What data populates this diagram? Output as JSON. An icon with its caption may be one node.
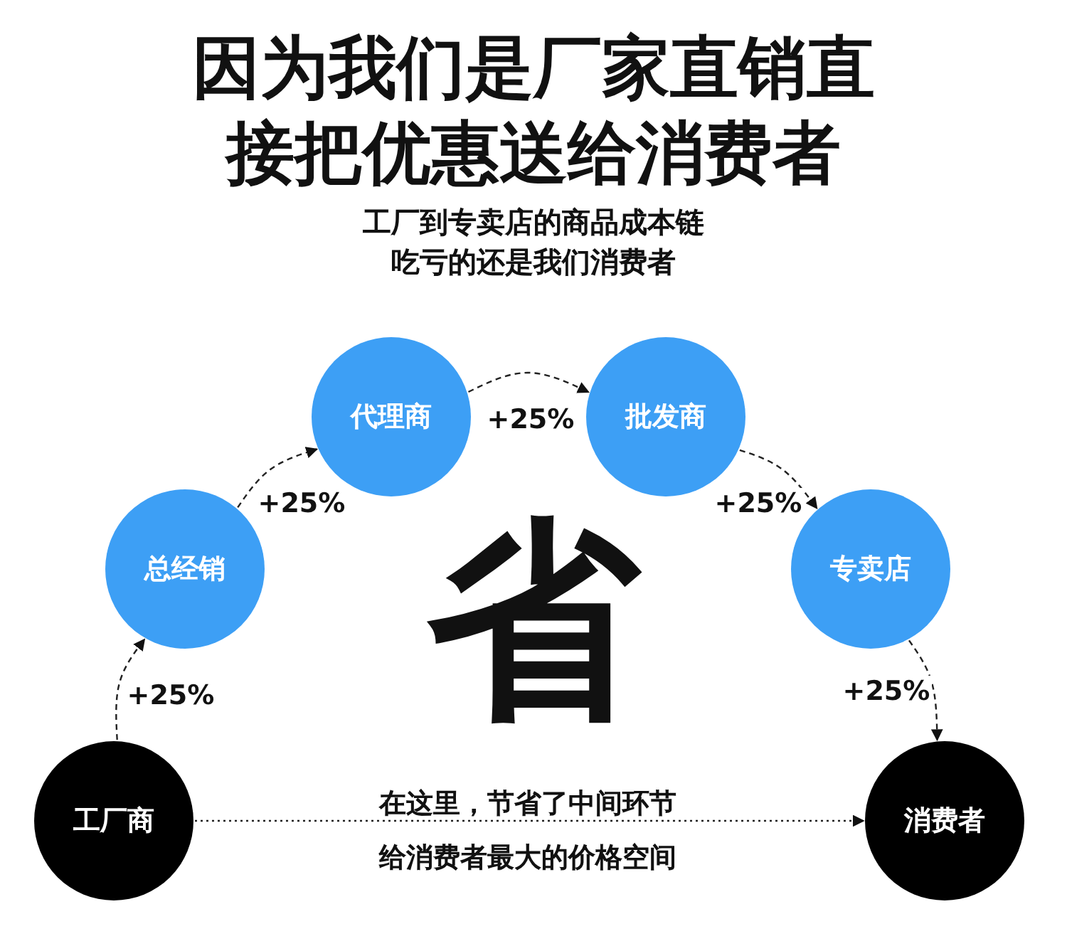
{
  "diagram": {
    "title": "因为我们是厂家直销直接把优惠送给消费者",
    "nodes": [
      {
        "text": [
          "工厂商"
        ]
      },
      {
        "text": [
          "总经销"
        ]
      },
      {
        "text": [
          "代理商"
        ]
      },
      {
        "text": [
          "批发商"
        ]
      },
      {
        "text": [
          "专卖店"
        ]
      },
      {
        "text": [
          "消费者"
        ]
      }
    ],
    "edges": [
      {
        "from": 0,
        "to": 1,
        "arrow": "to",
        "label": "+25%",
        "style": "dashed"
      },
      {
        "from": 1,
        "to": 2,
        "arrow": "to",
        "label": "+25%",
        "style": "dashed"
      },
      {
        "from": 2,
        "to": 3,
        "arrow": "to",
        "label": "+25%",
        "style": "dashed"
      },
      {
        "from": 3,
        "to": 4,
        "arrow": "to",
        "label": "+25%",
        "style": "dashed"
      },
      {
        "from": 4,
        "to": 5,
        "arrow": "to",
        "label": "+25%",
        "style": "dashed"
      },
      {
        "from": 0,
        "to": 5,
        "arrow": "to",
        "style": "dashed"
      }
    ],
    "labels": [
      "工厂到专卖店的商品成本链吃亏的还是我们消费者",
      "省",
      "在这里，节省了中间环节给消费者最大的价格空间"
    ]
  }
}
